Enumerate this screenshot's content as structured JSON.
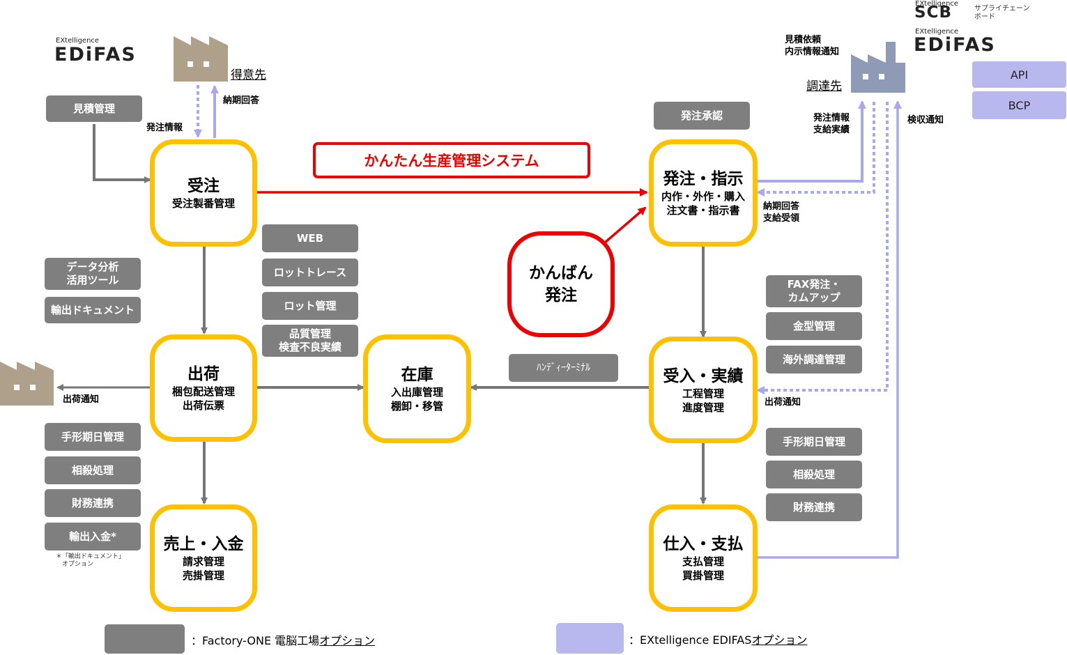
{
  "colors": {
    "node_border": "#FFC000",
    "option_gray": "#7F7F7F",
    "option_lavender": "#B8B8EE",
    "flow_arrow": "#767676",
    "highlight_red": "#EE0000"
  },
  "logos": {
    "edifas_left": {
      "small": "EXtelligence",
      "big": "EDiFAS"
    },
    "scb": {
      "small": "EXtelligence",
      "big": "SCB",
      "desc": "サプライチェーン\nボード"
    },
    "edifas_right": {
      "small": "EXtelligence",
      "big": "EDiFAS"
    }
  },
  "factories": {
    "customer": "得意先",
    "supplier": "調達先",
    "shipping_dest_icon": "factory-icon"
  },
  "system_title": "かんたん生産管理システム",
  "kanban": "かんばん\n発注",
  "nodes": {
    "order": {
      "title": "受注",
      "sub": "受注製番管理"
    },
    "shipping": {
      "title": "出荷",
      "sub": "梱包配送管理\n出荷伝票"
    },
    "sales": {
      "title": "売上・入金",
      "sub": "請求管理\n売掛管理"
    },
    "stock": {
      "title": "在庫",
      "sub": "入出庫管理\n棚卸・移管"
    },
    "purchase": {
      "title": "発注・指示",
      "sub": "内作・外作・購入\n注文書・指示書"
    },
    "receive": {
      "title": "受入・実績",
      "sub": "工程管理\n進度管理"
    },
    "payment": {
      "title": "仕入・支払",
      "sub": "支払管理\n買掛管理"
    }
  },
  "options": {
    "estimate": "見積管理",
    "data_analysis": "データ分析\n活用ツール",
    "export_docs": "輸出ドキュメント",
    "web": "WEB",
    "lot_trace": "ロットトレース",
    "lot_mgmt": "ロット管理",
    "quality": "品質管理\n検査不良実績",
    "left_bottom": [
      "手形期日管理",
      "相殺処理",
      "財務連携",
      "輸出入金*"
    ],
    "purchase_approval": "発注承認",
    "handy": "ﾊﾝﾃﾞｨｰﾀｰﾐﾅﾙ",
    "right_mid": [
      "FAX発注・\nカムアップ",
      "金型管理",
      "海外調達管理"
    ],
    "right_bottom": [
      "手形期日管理",
      "相殺処理",
      "財務連携"
    ]
  },
  "edifas_options": [
    "API",
    "BCP"
  ],
  "footnote": "＊「輸出ドキュメント」\n　オプション",
  "labels": {
    "order_info_left": "発注情報",
    "delivery_answer_left": "納期回答",
    "ship_notice_left": "出荷通知",
    "estimate_request": "見積依頼\n内示情報通知",
    "order_supply": "発注情報\n支給実績",
    "inspection_notice": "検収通知",
    "delivery_answer_right": "納期回答\n支給受領",
    "ship_notice_right": "出荷通知"
  },
  "legend": {
    "gray": "：Factory-ONE 電脳工場",
    "gray_underlined": "オプション",
    "lavender": "：EXtelligence EDIFAS",
    "lavender_underlined": "オプション"
  }
}
